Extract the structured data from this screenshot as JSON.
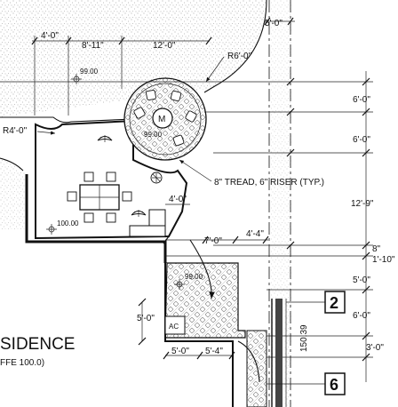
{
  "dimensions": {
    "d_4_0_top": "4'-0\"",
    "d_8_11": "8'-11\"",
    "d_12_0": "12'-0\"",
    "d_5_0_top": "5'-0\"",
    "d_r6_0": "R6'-0\"",
    "d_r4_0": "R4'-0\"",
    "d_6_0_a": "6'-0\"",
    "d_6_0_b": "6'-0\"",
    "d_12_9": "12'-9\"",
    "d_4_0_mid": "4'-0\"",
    "d_7_0": "7'-0\"",
    "d_4_4": "4'-4\"",
    "d_8": "8\"",
    "d_1_10": "1'-10\"",
    "d_5_0_right": "5'-0\"",
    "d_6_0_c": "6'-0\"",
    "d_3_0": "3'-0\"",
    "d_5_0_left": "5'-0\"",
    "d_5_0_bottom": "5'-0\"",
    "d_5_4": "5'-4\"",
    "d_150_39": "150.39"
  },
  "spot_elevations": {
    "e_99_top": "99.00",
    "e_99_circle": "99.00",
    "e_100": "100.00",
    "e_99_lower": "99.00"
  },
  "notes": {
    "tread_riser": "8\" TREAD, 6\" RISER (TYP.)",
    "ac_label": "AC"
  },
  "title": {
    "main": "SIDENCE",
    "sub": "FFE 100.0)"
  },
  "detail_tags": {
    "tag_2": "2",
    "tag_6": "6"
  }
}
